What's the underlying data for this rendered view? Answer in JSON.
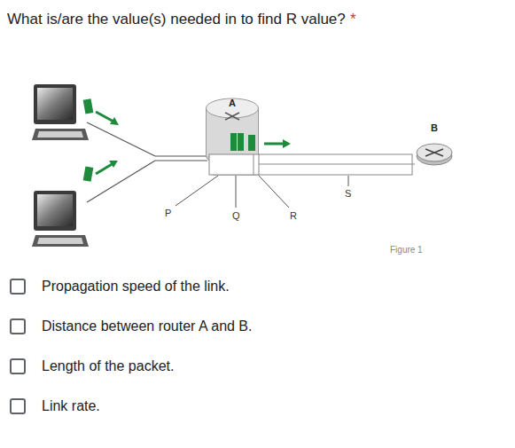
{
  "diagram": {
    "title": "What is/are the value(s) needed in to find R value?",
    "nodes": [
      {
        "text": [
          "A"
        ]
      },
      {
        "text": [
          "B"
        ]
      }
    ],
    "edges": [
      {
        "from": 0,
        "to": 1,
        "arrow": "none"
      }
    ],
    "labels": [
      "*",
      "P",
      "Q",
      "R",
      "S",
      "Figure 1",
      "Propagation speed of the link.",
      "Distance between router A and B.",
      "Length of the packet.",
      "Link rate."
    ]
  }
}
